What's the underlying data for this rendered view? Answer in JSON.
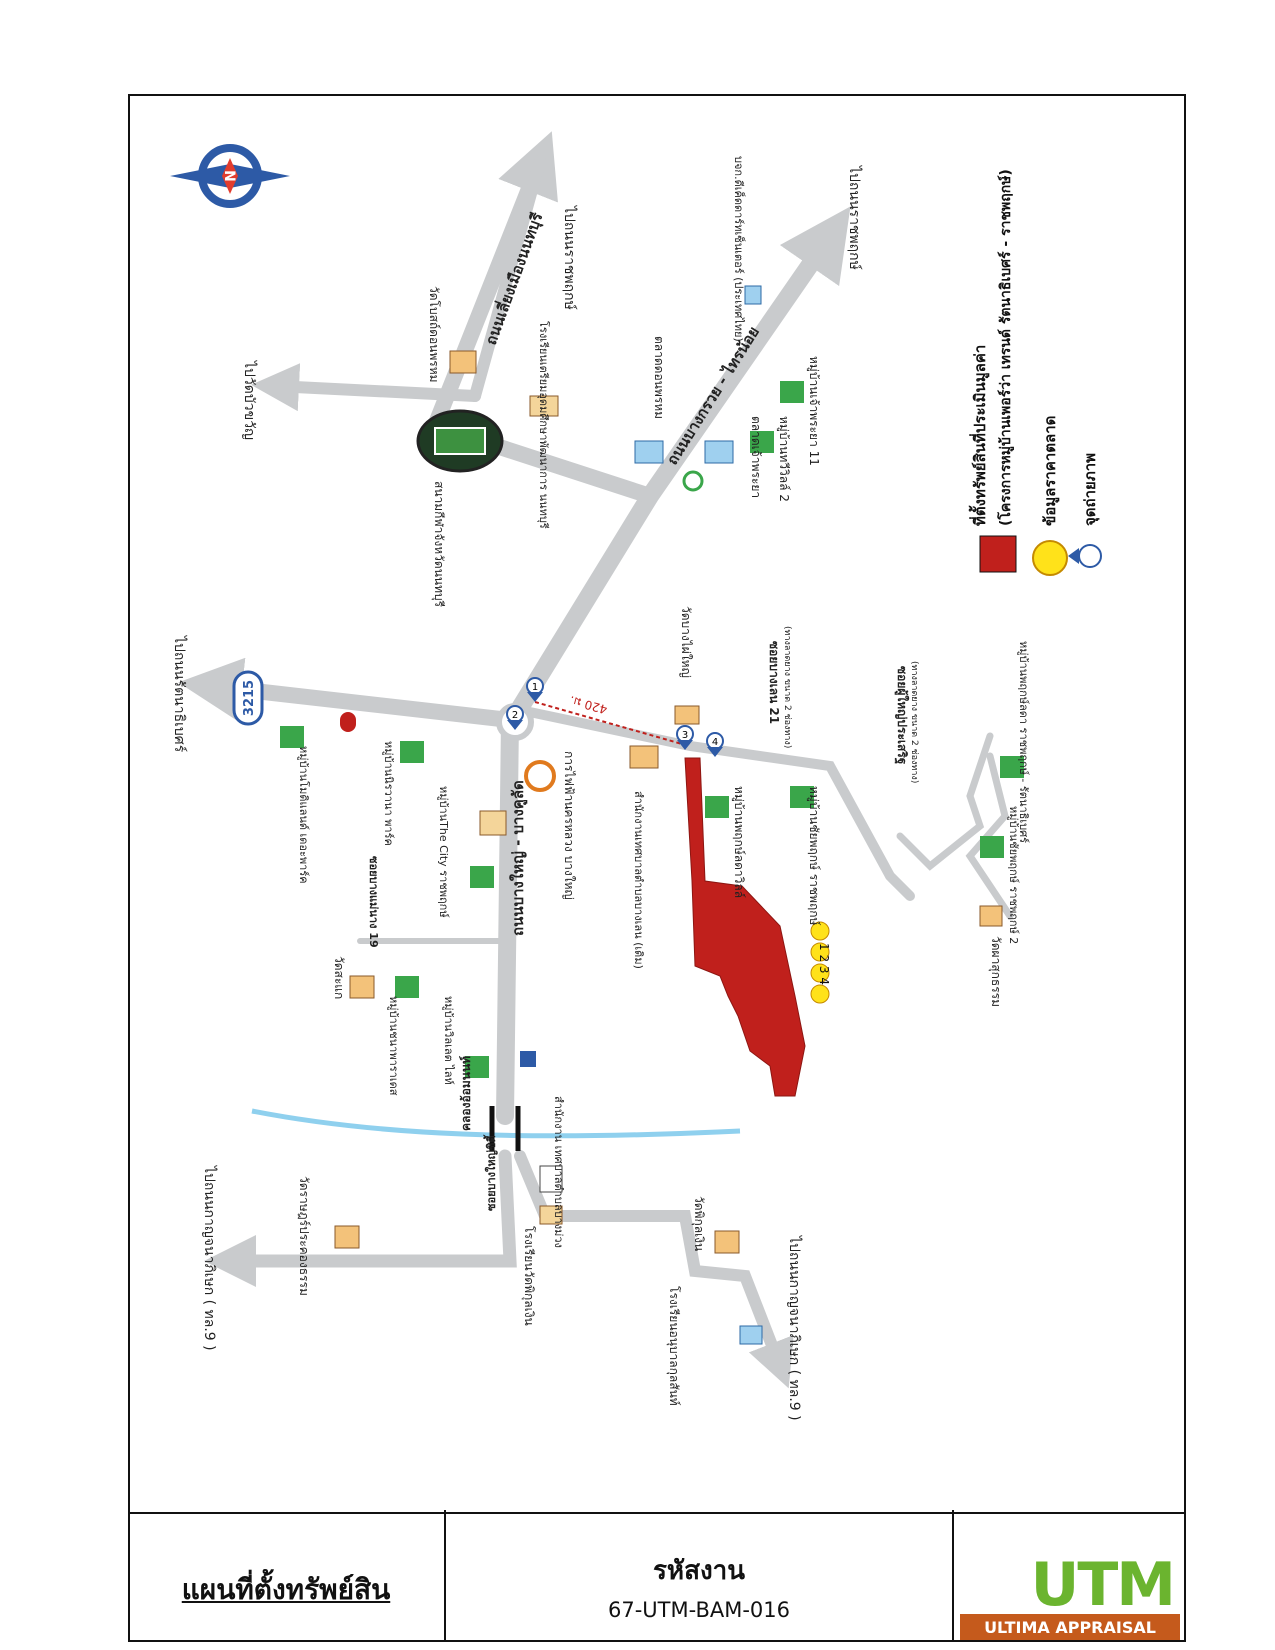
{
  "labels": {
    "road_nonthaburi": "ถนนเลี่ยงเมืองนนทบุรี",
    "road_bangkruai": "ถนนบางกรวย - ไทรน้อย",
    "road_banglen": "ถนนบางใหญ่ - บางคูลัด",
    "to_ratchaphruek_top": "ไปถนนราชพฤกษ์",
    "to_ratchaphruek_right": "ไปถนนราชพฤกษ์",
    "to_watbuakwan": "ไปวัดบัวขวัญ",
    "to_rattanathibet": "ไปถนนรัตนาธิเบศร์",
    "to_kanchana_left": "ไปถนนกาญจนาภิเษก ( ทล.9 )",
    "to_kanchana_bottom": "ไปถนนกาญจนาภิเษก ( ทล.9 )",
    "route_3215": "3215",
    "stadium": "สนามกีฬาจังหวัดนนทบุรี",
    "wat_bothong": "วัดโบสถ์ดอนพรหม",
    "school_triam": "โรงเรียนเตรียมอุดมศึกษาพัฒนาการ นนทบุรี",
    "market_donphrom": "ตลาดดอนพรหม",
    "market_chaophraya": "ตลาดเจ้าพระยา",
    "company_dart": "บจก.ดีเค็ดดาร์ทเซ็นเตอร์ (ประเทศไทย)",
    "vill_chaophraya11": "หมู่บ้านเจ้าพระยา 11",
    "vill_thawi2": "หมู่บ้านทวีวิลล์ 2",
    "wat_bangphaiyai": "วัดบางไผ่ใหญ่",
    "soi_21": "ซอยบางเลน 21",
    "soi_21_note": "(ทางลาดยาง ขนาด 2 ช่องทาง)",
    "soi_pho": "ซอยผู้ใหญ่ประเสริฐ",
    "soi_pho_note": "(ทางลาดยาง ขนาด 2 ช่องทาง)",
    "dist_420": "420 ม.",
    "vill_patio": "หมู่บ้านพฤกษ์ลดาวิลล์",
    "vill_ratchaphruek": "หมู่บ้านชัยพฤกษ์ ราชพฤกษ์",
    "vill_rattanathibet": "หมู่บ้านพฤกษ์ลดา ราชพฤกษ์ - รัตนาธิเบศร์",
    "vill_ratchaphruek2": "หมู่บ้านชัยพฤกษ์ ราชพฤกษ์ 2",
    "wat_khaen": "วัดผาสุกธรรม",
    "office_bangmuang": "สำนักงานเทศบาลตำบลบางเลน (เดิม)",
    "pea": "การไฟฟ้านครหลวง บางใหญ่",
    "vill_thecity": "หมู่บ้านThe City ราชพฤกษ์",
    "vill_nirvana": "หมู่บ้านนิรวานา พาร์ค",
    "vill_modi": "หมู่บ้านโมดิแลนด์ เดอะพาร์ค",
    "soi_19": "ซอยบางแม่นาง 19",
    "wat_tha": "วัดสะแก",
    "vill_bangyai": "หมู่บ้านชนาพาราเดส",
    "vill_villette": "หมู่บ้านวิลเลต ไลท์",
    "canal": "คลองอ้อมนนท์",
    "office_tambon": "สำนักงาน เทศบาลตำบลบางม่วง",
    "soi_bangyai": "ซอยบางใหญ่ซิตี้",
    "wat_praduu": "วัดราษฎร์ประคองธรรม",
    "school_watphikun": "โรงเรียนวัดพิกุลเงิน",
    "wat_phikun": "วัดพิกุลเงิน",
    "school_anuban": "โรงเรียนอนุบาลกุลสันท์",
    "subject_numbers": "1 2 3 4",
    "legend_subject": "ที่ตั้งทรัพย์สินที่ประเมินมูลค่า",
    "legend_subject_sub": "(โครงการหมู่บ้านเพอร์ว่า เทรนด์ รัตนาธิเบศร์ - ราชพฤกษ์)",
    "legend_market": "ข้อมูลราคาตลาด",
    "legend_photo": "จุดถ่ายภาพ",
    "compass_n": "N",
    "photo_pts": [
      "1",
      "2",
      "3",
      "4"
    ]
  },
  "footer": {
    "doc_title": "แผนที่ตั้งทรัพย์สิน",
    "code_label": "รหัสงาน",
    "code_value": "67-UTM-BAM-016",
    "logo_text": "UTM",
    "logo_sub": "ULTIMA APPRAISAL"
  },
  "colors": {
    "road": "#c9cbcd",
    "subject": "#c0201c",
    "market": "#ffe21a",
    "canal": "#8fd0ee",
    "photo": "#2d5aa6"
  }
}
